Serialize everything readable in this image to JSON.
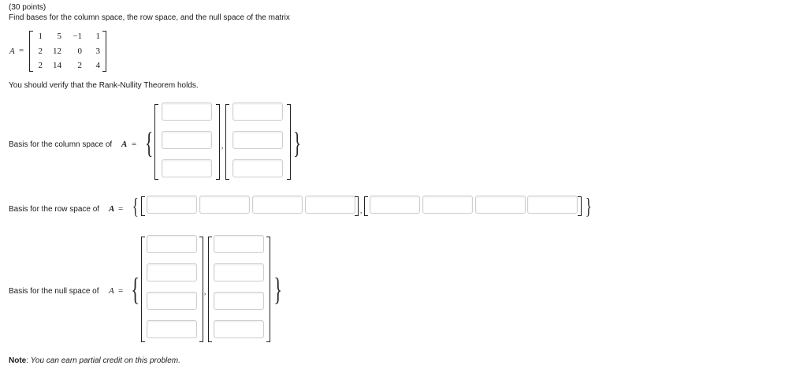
{
  "header": {
    "points": "(30 points)",
    "instruction": "Find bases for the column space, the row space, and the null space of the matrix"
  },
  "matrix": {
    "label": "A",
    "eq": "=",
    "rows": [
      [
        "1",
        "5",
        "−1",
        "1"
      ],
      [
        "2",
        "12",
        "0",
        "3"
      ],
      [
        "2",
        "14",
        "2",
        "4"
      ]
    ]
  },
  "verify_text": "You should verify that the Rank-Nullity Theorem holds.",
  "column_space": {
    "label": "Basis for the column space of",
    "var": "A",
    "eq": "=",
    "open_brace": "{",
    "close_brace": "}",
    "separator": ","
  },
  "row_space": {
    "label": "Basis for the row space of",
    "var": "A",
    "eq": "=",
    "open_brace": "{",
    "close_brace": "}",
    "separator": ","
  },
  "null_space": {
    "label": "Basis for the null space of",
    "var": "A",
    "eq": "=",
    "open_brace": "{",
    "close_brace": "}",
    "separator": ","
  },
  "note": {
    "label": "Note",
    "colon": ":",
    "text": "You can earn partial credit on this problem."
  }
}
